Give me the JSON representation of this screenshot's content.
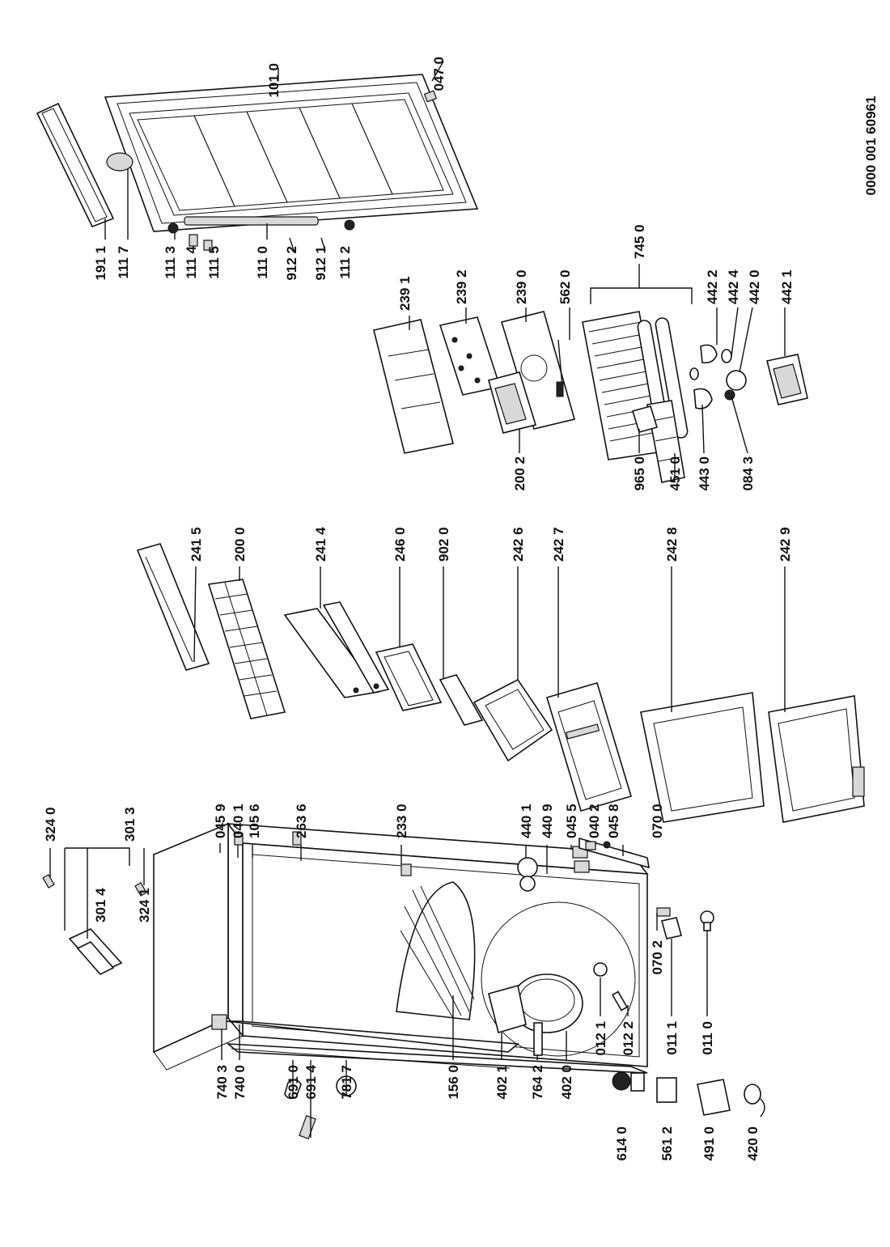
{
  "document_number": "0000 001 60961",
  "labels": {
    "l1011": "101 0",
    "l0470": "047 0",
    "l1911": "191 1",
    "l1117": "111 7",
    "l1113": "111 3",
    "l1114": "111 4",
    "l1115": "111 5",
    "l1110": "111 0",
    "l9122": "912 2",
    "l9121": "912 1",
    "l1112": "111 2",
    "l2391": "239 1",
    "l2392": "239 2",
    "l2390": "239 0",
    "l5620": "562 0",
    "l7450": "745 0",
    "l2002": "200 2",
    "l9650": "965 0",
    "l4510": "451 0",
    "l4430": "443 0",
    "l0843": "084 3",
    "l4422": "442 2",
    "l4424": "442 4",
    "l4420": "442 0",
    "l4421": "442 1",
    "l2415": "241 5",
    "l2000": "200 0",
    "l2414": "241 4",
    "l2460": "246 0",
    "l9020": "902 0",
    "l2426": "242 6",
    "l2427": "242 7",
    "l2428": "242 8",
    "l2429": "242 9",
    "l3240": "324 0",
    "l3013": "301 3",
    "l3014": "301 4",
    "l3241": "324 1",
    "l0459": "045 9",
    "l0401": "040 1",
    "l1056": "105 6",
    "l2636": "263 6",
    "l2330": "233 0",
    "l4401": "440 1",
    "l4409": "440 9",
    "l0455": "045 5",
    "l0402": "040 2",
    "l0458": "045 8",
    "l0700": "070 0",
    "l0702": "070 2",
    "l0121": "012 1",
    "l0122": "012 2",
    "l0111": "011 1",
    "l0110": "011 0",
    "l7403": "740 3",
    "l7400": "740 0",
    "l6910": "691 0",
    "l6914": "691 4",
    "l7817": "781 7",
    "l1560": "156 0",
    "l4021": "402 1",
    "l7642": "764 2",
    "l4020": "402 0",
    "l6140": "614 0",
    "l5612": "561 2",
    "l4910": "491 0",
    "l4200": "420 0"
  }
}
